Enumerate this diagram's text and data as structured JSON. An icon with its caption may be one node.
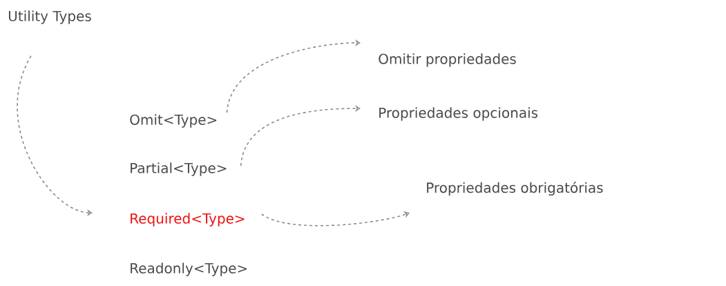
{
  "diagram": {
    "nodes": [
      {
        "text": [
          "Utility Types"
        ]
      },
      {
        "text": [
          "Omit<Type>"
        ]
      },
      {
        "text": [
          "Partial<Type>"
        ]
      },
      {
        "text": [
          "Required<Type>"
        ]
      },
      {
        "text": [
          "Readonly<Type>"
        ]
      },
      {
        "text": [
          "Omitir propriedades"
        ]
      },
      {
        "text": [
          "Propriedades opcionais"
        ]
      },
      {
        "text": [
          "Propriedades obrigatórias"
        ]
      }
    ],
    "edges": [
      {
        "from": 0,
        "to": 3,
        "arrow": "to",
        "style": "dashed"
      },
      {
        "from": 1,
        "to": 5,
        "arrow": "to",
        "style": "dashed"
      },
      {
        "from": 2,
        "to": 6,
        "arrow": "to",
        "style": "dashed"
      },
      {
        "from": 3,
        "to": 7,
        "arrow": "to",
        "style": "dashed"
      }
    ]
  }
}
